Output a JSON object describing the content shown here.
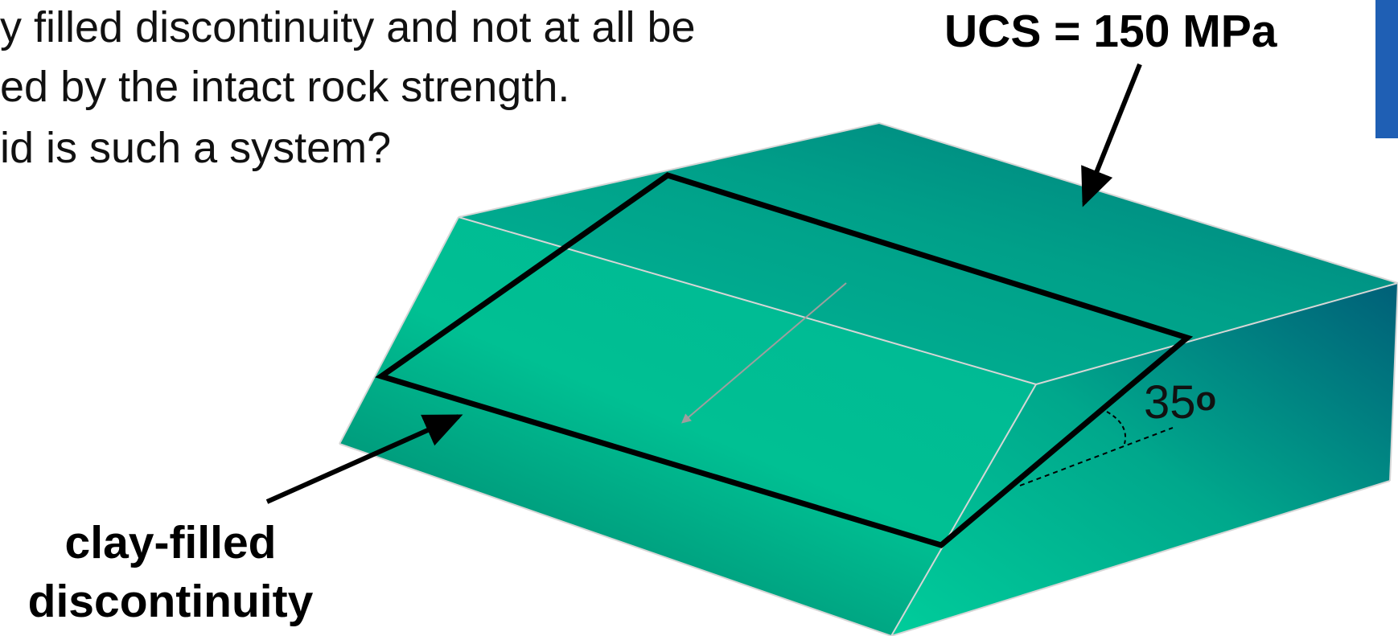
{
  "text_lines": [
    "y filled discontinuity and not at all be",
    "ed by the intact rock strength.",
    "id is such a system?"
  ],
  "labels": {
    "ucs": "UCS = 150 MPa",
    "discontinuity_line1": "clay-filled",
    "discontinuity_line2": "discontinuity",
    "angle_value": "35",
    "angle_unit": "o"
  },
  "colors": {
    "block_light": "#00c194",
    "block_mid": "#009e86",
    "block_dark": "#006a74",
    "outline": "#000000",
    "accent_bar": "#1f5fb4"
  }
}
